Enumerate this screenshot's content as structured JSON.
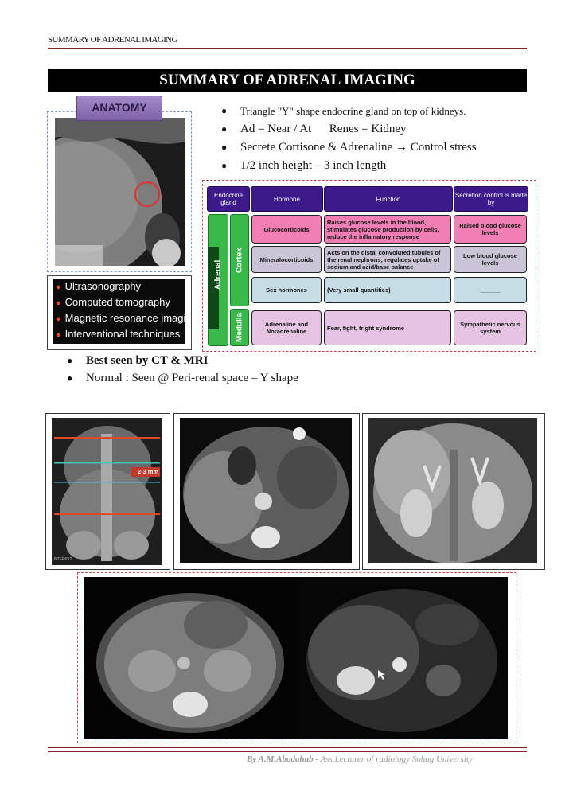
{
  "header": {
    "running_title": "SUMMARY OF ADRENAL IMAGING"
  },
  "title": "SUMMARY OF ADRENAL IMAGING",
  "anatomy": {
    "label": "ANATOMY"
  },
  "bullets": [
    "Triangle \"Y\" shape endocrine gland on top of kidneys.",
    "Ad = Near / At      Renes = Kidney",
    "Secrete Cortisone & Adrenaline → Control stress",
    "1/2 inch height – 3 inch length"
  ],
  "modalities": [
    "Ultrasonography",
    "Computed tomography",
    "Magnetic resonance imaging",
    "Interventional techniques"
  ],
  "table": {
    "headers": [
      "Endocrine gland",
      "Hormone",
      "Function",
      "Secretion control is made by"
    ],
    "gland_label": "Adrenal",
    "cortex_label": "Cortex",
    "medulla_label": "Medulla",
    "rows": [
      {
        "hormone": "Glucocorticoids",
        "function": "Raises glucose levels in the blood, stimulates glucose production by cells, reduce the inflamatory response",
        "control": "Raised blood glucose levels"
      },
      {
        "hormone": "Mineralocorticoids",
        "function": "Acts on the distal convoluted tubules of the renal nephrons; regulates uptake of sodium and acid/base balance",
        "control": "Low blood glucose levels"
      },
      {
        "hormone": "Sex hormones",
        "function": "(Very small quantities)",
        "control": "______"
      },
      {
        "hormone": "Adrenaline and Noradrenaline",
        "function": "Fear, fight, fright syndrome",
        "control": "Sympathetic nervous system"
      }
    ]
  },
  "best_seen": "Best seen by CT & MRI",
  "normal": "Normal : Seen @ Peri-renal space – Y shape",
  "scout": {
    "measure": "2-3 mm",
    "tag": "NTEP6ST"
  },
  "footer": {
    "author": "By A.M.Abodahab",
    "sep": " - ",
    "role": "Ass.Lecturer of radiology Sohag University"
  },
  "colors": {
    "rule": "#8a1f2b",
    "title_bg": "#000000",
    "header_cell": "#3d1a8a",
    "gluco": "#f07fb3",
    "mineralo": "#c9c5d6",
    "sex": "#c6dde6",
    "medulla": "#e6c3e2",
    "green": "#38b94a"
  }
}
